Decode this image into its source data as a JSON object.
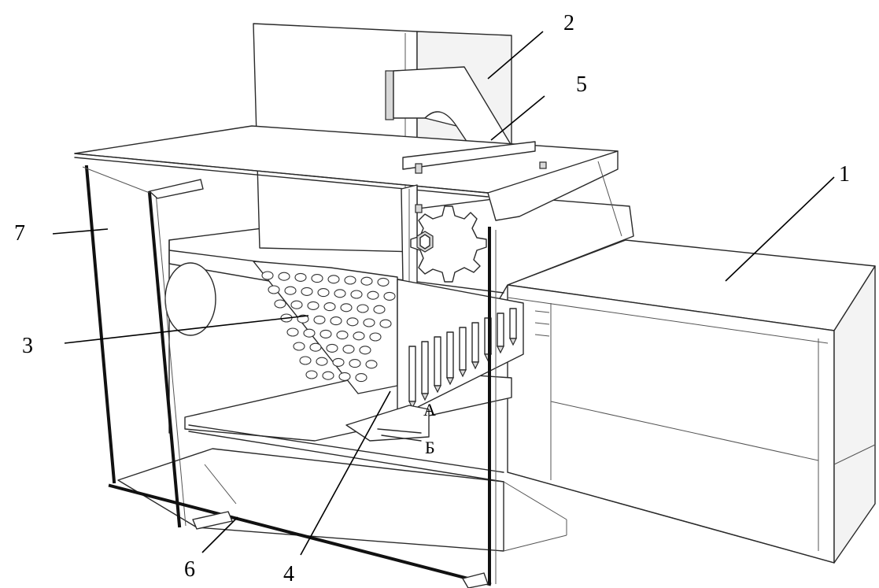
{
  "figure": {
    "callouts": [
      {
        "id": "1",
        "text": "1"
      },
      {
        "id": "2",
        "text": "2"
      },
      {
        "id": "3",
        "text": "3"
      },
      {
        "id": "4",
        "text": "4"
      },
      {
        "id": "5",
        "text": "5"
      },
      {
        "id": "6",
        "text": "6"
      },
      {
        "id": "7",
        "text": "7"
      }
    ],
    "markers": {
      "a": "А",
      "b": "Б"
    }
  }
}
